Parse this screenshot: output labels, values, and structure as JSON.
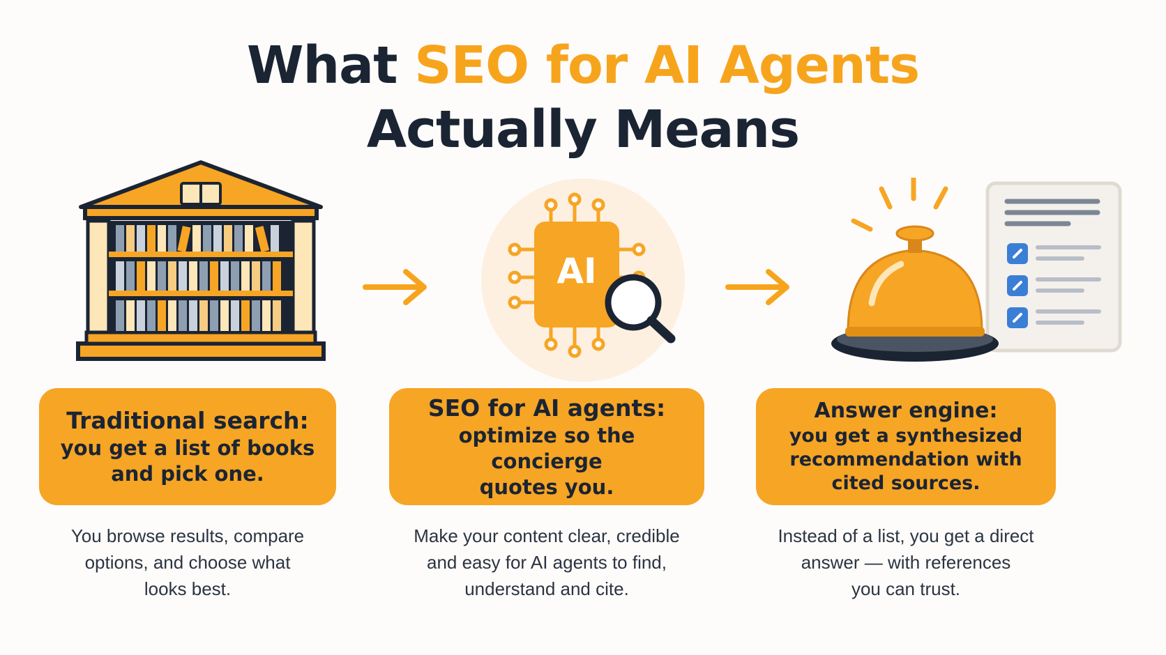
{
  "title": {
    "prefix": "What ",
    "highlight": "SEO for AI Agents",
    "line2": "Actually Means"
  },
  "colors": {
    "accent": "#f7a41d",
    "card": "#f7a524",
    "dark": "#1b2433",
    "link_blue": "#3a7fd5"
  },
  "steps": [
    {
      "icon": "library-icon",
      "heading": "Traditional search:",
      "body_lines": [
        "you get a list of books",
        "and pick one."
      ],
      "desc_lines": [
        "You browse results, compare",
        "options, and choose what",
        "looks best."
      ]
    },
    {
      "icon": "ai-chip-search-icon",
      "chip_label": "AI",
      "heading": "SEO for AI agents:",
      "body_lines": [
        "optimize so the concierge",
        "quotes you."
      ],
      "desc_lines": [
        "Make your content clear, credible",
        "and easy for AI agents to find,",
        "understand and cite."
      ]
    },
    {
      "icon": "concierge-bell-icon",
      "heading": "Answer engine:",
      "body_lines": [
        "you get a synthesized",
        "recommendation with",
        "cited sources."
      ],
      "desc_lines": [
        "Instead of a list, you get a direct",
        "answer — with references",
        "you can trust."
      ]
    }
  ]
}
